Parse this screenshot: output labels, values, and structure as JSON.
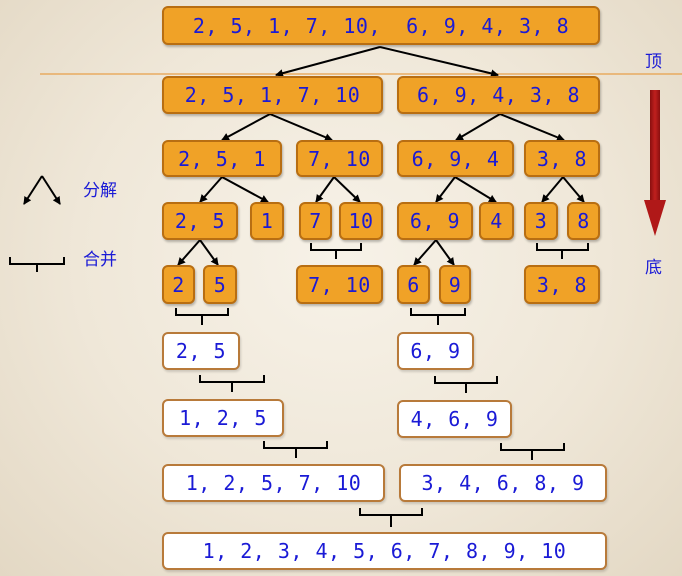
{
  "top_label": "顶",
  "bottom_label": "底",
  "legend": {
    "split_label": "分解",
    "merge_label": "合并"
  },
  "boxes": [
    "2, 5, 1, 7, 10,  6, 9, 4, 3, 8",
    "2, 5, 1, 7, 10",
    "6, 9, 4, 3, 8",
    "2, 5, 1",
    "7, 10",
    "6, 9, 4",
    "3, 8",
    "2, 5",
    "1",
    "7",
    "10",
    "6, 9",
    "4",
    "3",
    "8",
    "2",
    "5",
    "7, 10",
    "6",
    "9",
    "3, 8",
    "2, 5",
    "6, 9",
    "1, 2, 5",
    "4, 6, 9",
    "1, 2, 5, 7, 10",
    "3, 4, 6, 8, 9",
    "1, 2, 3, 4, 5, 6, 7, 8, 9, 10"
  ]
}
